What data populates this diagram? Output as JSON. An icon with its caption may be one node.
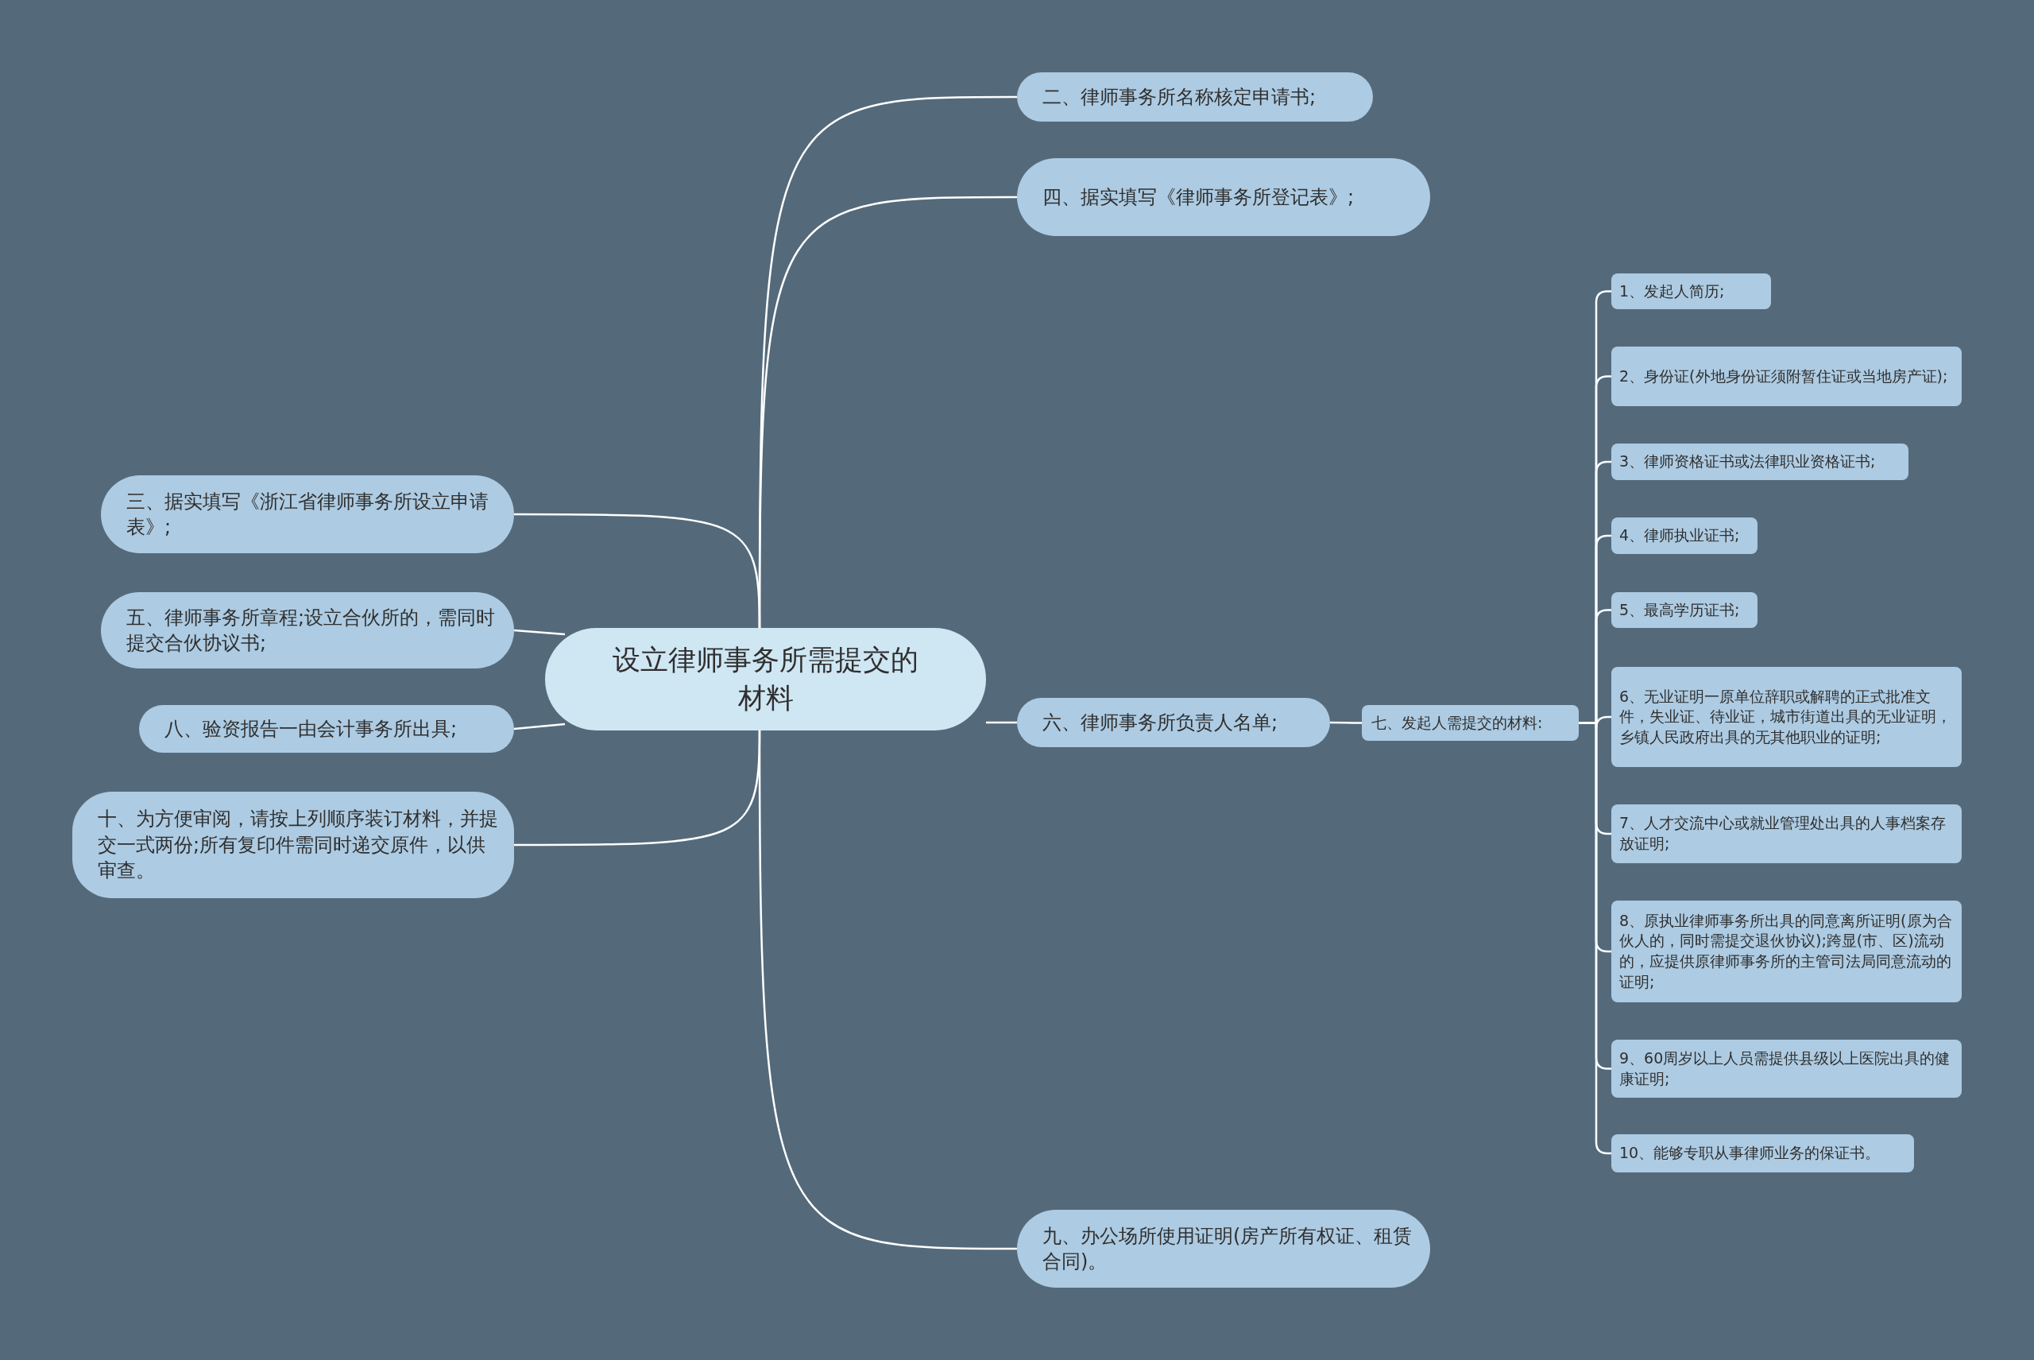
{
  "diagram": {
    "nodes": [
      {
        "text": [
          "设立律师事务所需提交的材料"
        ]
      },
      {
        "text": [
          "二、律师事务所名称核定申请书;"
        ]
      },
      {
        "text": [
          "四、据实填写《律师事务所登记表》;"
        ]
      },
      {
        "text": [
          "三、据实填写《浙江省律师事务所设立申请表》;"
        ]
      },
      {
        "text": [
          "五、律师事务所章程;设立合伙所的，需同时提交合伙协议书;"
        ]
      },
      {
        "text": [
          "八、验资报告一由会计事务所出具;"
        ]
      },
      {
        "text": [
          "十、为方便审阅，请按上列顺序装订材料，并提交一式两份;所有复印件需同时递交原件，以供审查。"
        ]
      },
      {
        "text": [
          "六、律师事务所负责人名单;"
        ]
      },
      {
        "text": [
          "七、发起人需提交的材料:"
        ]
      },
      {
        "text": [
          "1、发起人简历;"
        ]
      },
      {
        "text": [
          "2、身份证(外地身份证须附暂住证或当地房产证);"
        ]
      },
      {
        "text": [
          "3、律师资格证书或法律职业资格证书;"
        ]
      },
      {
        "text": [
          "4、律师执业证书;"
        ]
      },
      {
        "text": [
          "5、最高学历证书;"
        ]
      },
      {
        "text": [
          "6、无业证明一原单位辞职或解聘的正式批准文件，失业证、待业证，城市街道出具的无业证明，乡镇人民政府出具的无其他职业的证明;"
        ]
      },
      {
        "text": [
          "7、人才交流中心或就业管理处出具的人事档案存放证明;"
        ]
      },
      {
        "text": [
          "8、原执业律师事务所出具的同意离所证明(原为合伙人的，同时需提交退伙协议);跨显(市、区)流动的，应提供原律师事务所的主管司法局同意流动的证明;"
        ]
      },
      {
        "text": [
          "9、60周岁以上人员需提供县级以上医院出具的健康证明;"
        ]
      },
      {
        "text": [
          "10、能够专职从事律师业务的保证书。"
        ]
      },
      {
        "text": [
          "九、办公场所使用证明(房产所有权证、租赁合同)。"
        ]
      }
    ],
    "edges": [
      {
        "from": 0,
        "to": 1,
        "arrow": "none"
      },
      {
        "from": 0,
        "to": 2,
        "arrow": "none"
      },
      {
        "from": 0,
        "to": 3,
        "arrow": "none"
      },
      {
        "from": 0,
        "to": 4,
        "arrow": "none"
      },
      {
        "from": 0,
        "to": 5,
        "arrow": "none"
      },
      {
        "from": 0,
        "to": 6,
        "arrow": "none"
      },
      {
        "from": 0,
        "to": 7,
        "arrow": "none"
      },
      {
        "from": 7,
        "to": 8,
        "arrow": "none"
      },
      {
        "from": 8,
        "to": 9,
        "arrow": "none"
      },
      {
        "from": 8,
        "to": 10,
        "arrow": "none"
      },
      {
        "from": 8,
        "to": 11,
        "arrow": "none"
      },
      {
        "from": 8,
        "to": 12,
        "arrow": "none"
      },
      {
        "from": 8,
        "to": 13,
        "arrow": "none"
      },
      {
        "from": 8,
        "to": 14,
        "arrow": "none"
      },
      {
        "from": 8,
        "to": 15,
        "arrow": "none"
      },
      {
        "from": 8,
        "to": 16,
        "arrow": "none"
      },
      {
        "from": 8,
        "to": 17,
        "arrow": "none"
      },
      {
        "from": 8,
        "to": 18,
        "arrow": "none"
      },
      {
        "from": 0,
        "to": 19,
        "arrow": "none"
      }
    ]
  }
}
